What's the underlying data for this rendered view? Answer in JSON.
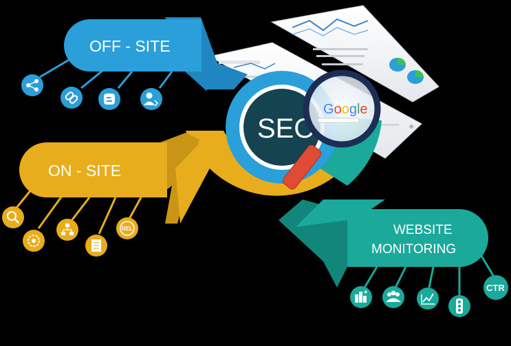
{
  "center": {
    "label": "SEO"
  },
  "magnifier": {
    "brand_text": "Google"
  },
  "off_site": {
    "label": "OFF - SITE",
    "color": "#2b9fd9",
    "icons": [
      "share-icon",
      "link-icon",
      "blogger-icon",
      "user-icon"
    ]
  },
  "on_site": {
    "label": "ON - SITE",
    "color": "#e8ad1c",
    "icons": [
      "search-icon",
      "settings-icon",
      "sitemap-icon",
      "document-icon",
      "rel-icon"
    ],
    "rel_text": "REL"
  },
  "website_monitoring": {
    "label_line1": "WEBSITE",
    "label_line2": "MONITORING",
    "color": "#1aa99a",
    "icons": [
      "ranking-icon",
      "users-group-icon",
      "analytics-chart-icon",
      "traffic-light-icon",
      "ctr-icon"
    ],
    "ctr_text": "CTR"
  },
  "colors": {
    "background": "#000000",
    "blue": "#2b9fd9",
    "yellow": "#e8ad1c",
    "teal": "#1aa99a",
    "dark_navy": "#15434f"
  }
}
